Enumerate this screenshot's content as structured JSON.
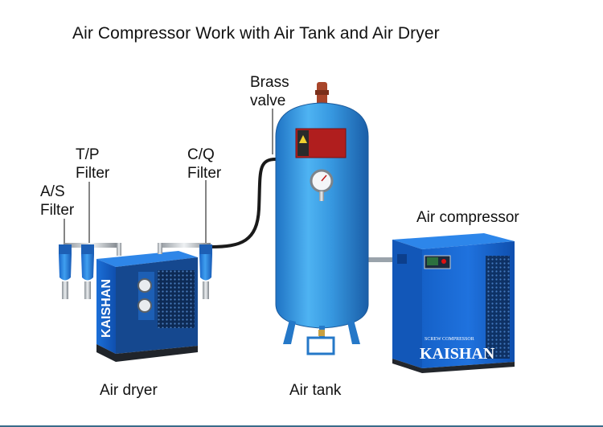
{
  "title": "Air Compressor Work with Air Tank and Air Dryer",
  "labels": {
    "brass_valve": [
      "Brass",
      "valve"
    ],
    "tp_filter": [
      "T/P",
      "Filter"
    ],
    "cq_filter": [
      "C/Q",
      "Filter"
    ],
    "as_filter": [
      "A/S",
      "Filter"
    ],
    "air_compressor": "Air compressor",
    "air_dryer": "Air dryer",
    "air_tank": "Air tank"
  },
  "brand": "KAISHAN",
  "compressor_subtext": "SCREW COMPRESSOR",
  "colors": {
    "equipment_blue": "#1e6fd6",
    "tank_blue": "#3a9fe6",
    "hose": "#1a1a1a",
    "chrome": "#c9ced3"
  }
}
